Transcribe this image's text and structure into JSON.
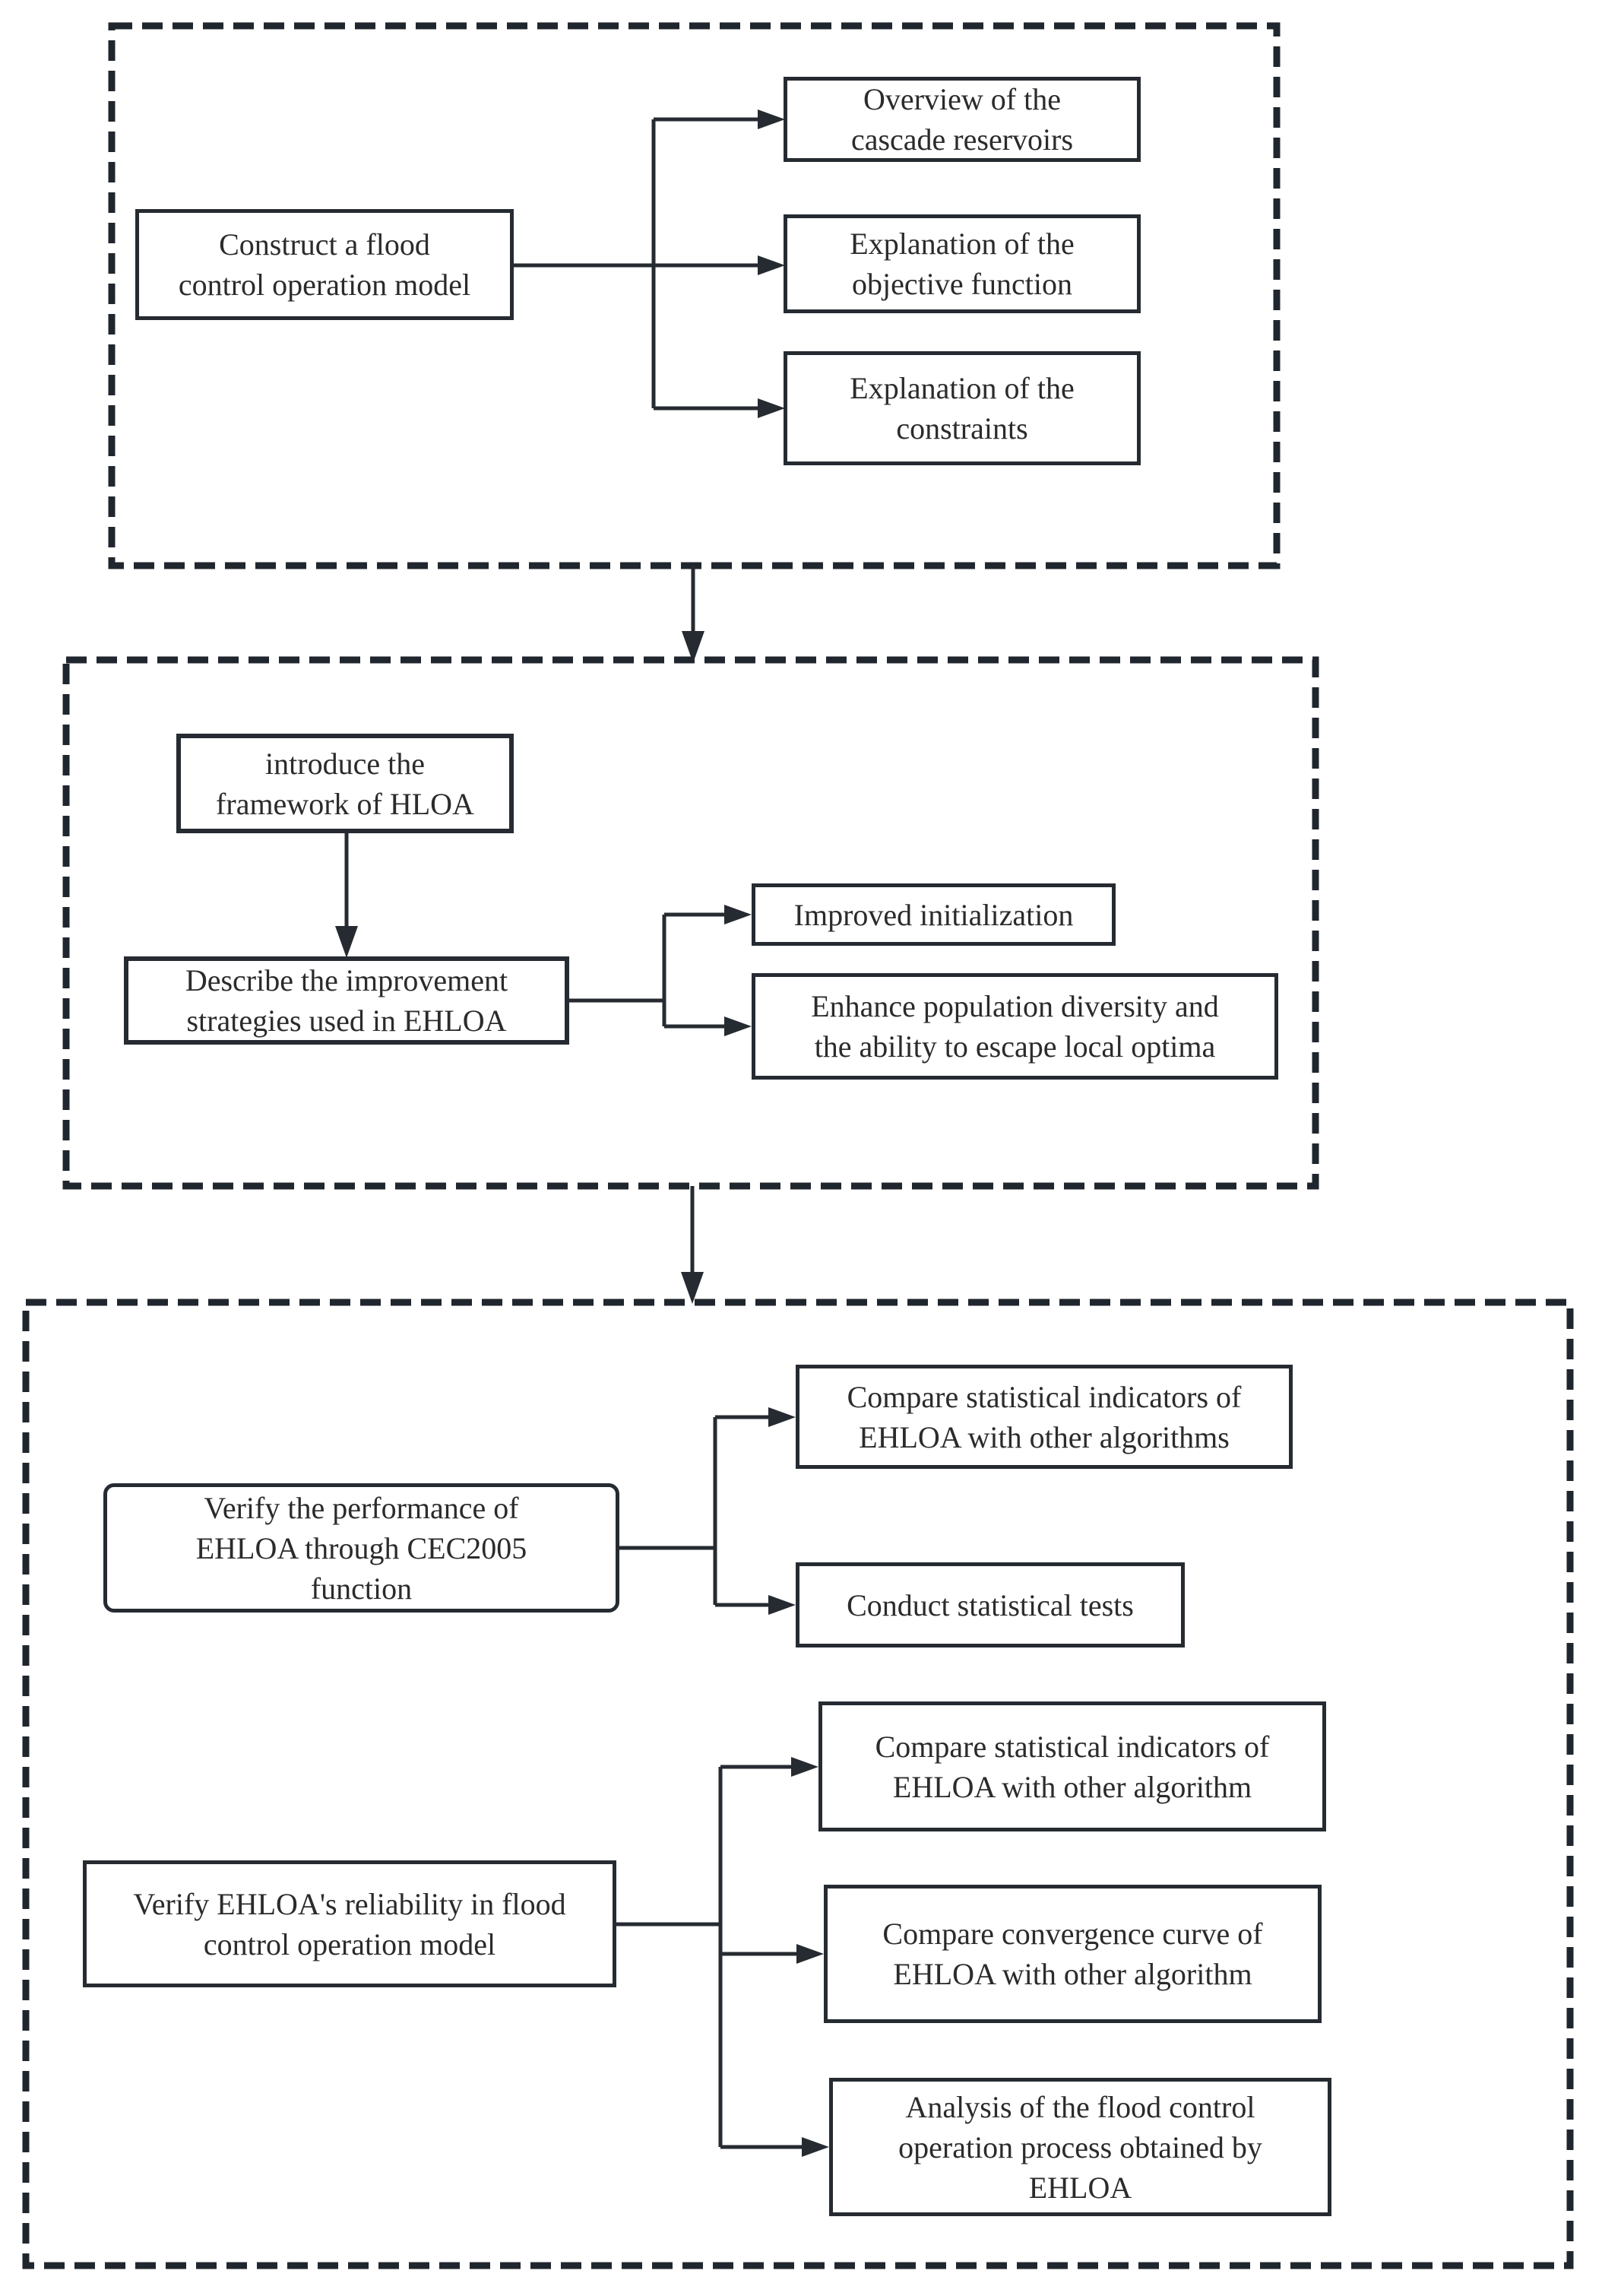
{
  "colors": {
    "ink": "#262b32",
    "dashed_border": "#20262e",
    "text": "#2b2b2b",
    "background": "#ffffff"
  },
  "sections": [
    {
      "boxes": {
        "construct": {
          "lines": [
            "Construct a flood",
            "control operation model"
          ]
        },
        "overview": {
          "lines": [
            "Overview of the",
            "cascade reservoirs"
          ]
        },
        "objective": {
          "lines": [
            "Explanation of the",
            "objective function"
          ]
        },
        "constraints": {
          "lines": [
            "Explanation of the",
            "constraints"
          ]
        }
      }
    },
    {
      "boxes": {
        "introduce": {
          "lines": [
            "introduce the",
            "framework of HLOA"
          ]
        },
        "describe": {
          "lines": [
            "Describe the improvement",
            "strategies used in EHLOA"
          ]
        },
        "improved_init": {
          "lines": [
            "Improved initialization"
          ]
        },
        "enhance": {
          "lines": [
            "Enhance population diversity and",
            "the ability to escape local optima"
          ]
        }
      }
    },
    {
      "boxes": {
        "verify_cec2005": {
          "lines": [
            "Verify the performance of",
            "EHLOA through CEC2005",
            "function"
          ]
        },
        "compare_stats_plural": {
          "lines": [
            "Compare statistical indicators of",
            "EHLOA with other algorithms"
          ]
        },
        "conduct_tests": {
          "lines": [
            "Conduct statistical tests"
          ]
        },
        "verify_reliability": {
          "lines": [
            "Verify EHLOA's reliability in flood",
            "control operation model"
          ]
        },
        "compare_stats_singular": {
          "lines": [
            "Compare statistical indicators of",
            "EHLOA with other algorithm"
          ]
        },
        "compare_convergence": {
          "lines": [
            "Compare convergence curve of",
            "EHLOA with other algorithm"
          ]
        },
        "analysis": {
          "lines": [
            "Analysis of the flood control",
            "operation process obtained by",
            "EHLOA"
          ]
        }
      }
    }
  ]
}
